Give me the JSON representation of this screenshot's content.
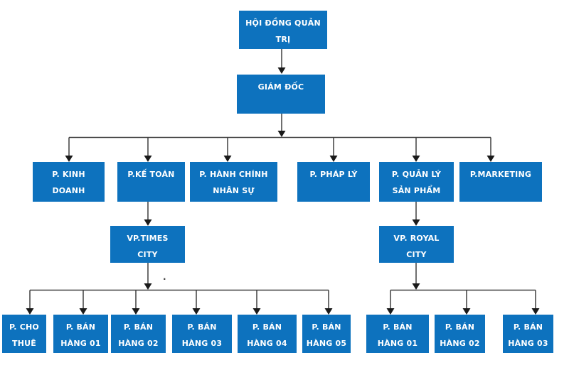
{
  "diagram": {
    "type": "org-chart",
    "nodes": {
      "board": {
        "label": "HỘI ĐỒNG QUẢN\nTRỊ"
      },
      "director": {
        "label": "GIÁM ĐỐC"
      },
      "kinh_doanh": {
        "label": "P. KINH\nDOANH"
      },
      "ke_toan": {
        "label": "P.KẾ TOÁN"
      },
      "hanh_chinh": {
        "label": "P. HÀNH CHÍNH\nNHÂN SỰ"
      },
      "phap_ly": {
        "label": "P. PHÁP LÝ"
      },
      "quan_ly_san_pham": {
        "label": "P. QUẢN LÝ\nSẢN PHẨM"
      },
      "marketing": {
        "label": "P.MARKETING"
      },
      "vp_times_city": {
        "label": "VP.TIMES\nCITY"
      },
      "vp_royal_city": {
        "label": "VP. ROYAL\nCITY"
      },
      "cho_thue": {
        "label": "P. CHO\nTHUÊ"
      },
      "times_ban_hang_01": {
        "label": "P. BÁN\nHÀNG 01"
      },
      "times_ban_hang_02": {
        "label": "P. BÁN\nHÀNG 02"
      },
      "times_ban_hang_03": {
        "label": "P. BÁN\nHÀNG 03"
      },
      "times_ban_hang_04": {
        "label": "P. BÁN\nHÀNG 04"
      },
      "times_ban_hang_05": {
        "label": "P. BÁN\nHÀNG 05"
      },
      "royal_ban_hang_01": {
        "label": "P. BÁN\nHÀNG 01"
      },
      "royal_ban_hang_02": {
        "label": "P. BÁN\nHÀNG 02"
      },
      "royal_ban_hang_03": {
        "label": "P. BÁN\nHÀNG 03"
      }
    },
    "colors": {
      "node_fill": "#0D72BE",
      "node_text": "#FFFFFF",
      "connector_line": "#3F3F3F",
      "arrowhead": "#1A1A1A"
    },
    "stray_dot": "."
  }
}
